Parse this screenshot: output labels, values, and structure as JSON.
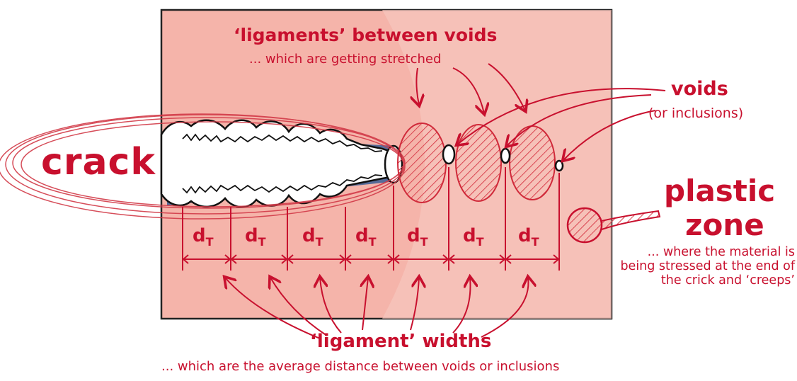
{
  "labels": {
    "ligaments_title": "‘ligaments’ between voids",
    "ligaments_sub": "... which are getting stretched",
    "voids": "voids",
    "inclusions": "(or inclusions)",
    "crack": "crack",
    "plastic": "plastic",
    "zone": "zone",
    "plastic_note": "... where the material is being stressed at the end of the crick and ‘creeps’",
    "ligament_widths": "‘ligament’ widths",
    "ligament_widths_sub": "... which are the average distance between voids or inclusions"
  },
  "dimension": {
    "symbol": "d",
    "subscript": "T",
    "count": 7
  },
  "colors": {
    "panel": "#f5b4aa",
    "panel_light": "#f8cbc3",
    "ink": "#c8102e",
    "crack_fill": "#ffffff",
    "crack_shade": "#566b98",
    "frame": "#222222"
  }
}
